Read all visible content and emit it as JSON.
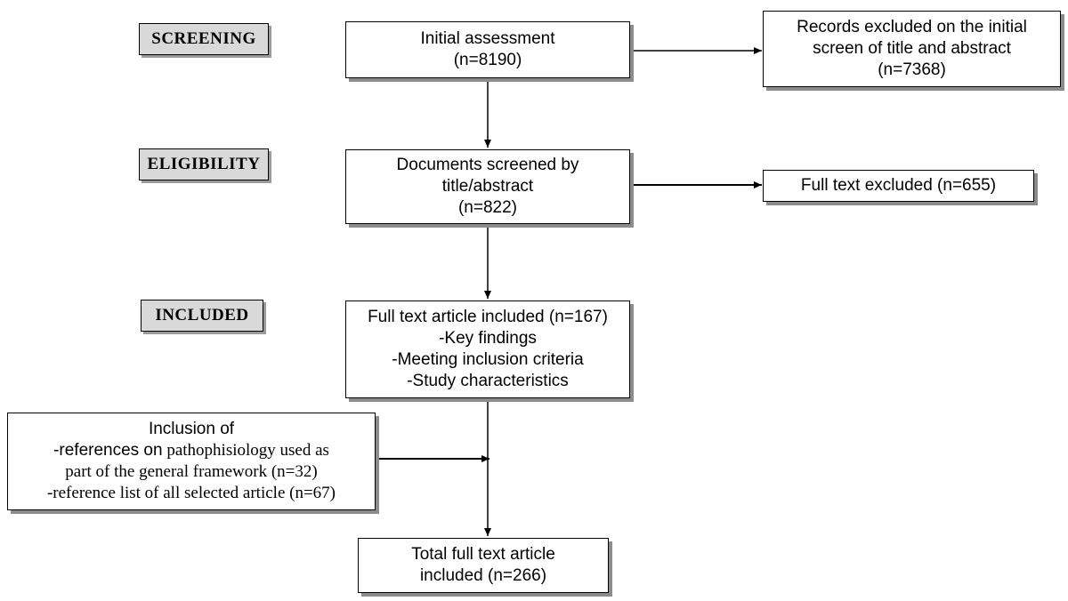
{
  "stages": {
    "screening": "SCREENING",
    "eligibility": "ELIGIBILITY",
    "included": "INCLUDED"
  },
  "boxes": {
    "initial_assessment": [
      "Initial assessment",
      "(n=8190)"
    ],
    "records_excluded": [
      "Records excluded on the initial",
      "screen of title and abstract",
      "(n=7368)"
    ],
    "documents_screened": [
      "Documents screened by",
      "title/abstract",
      "(n=822)"
    ],
    "full_text_excluded": [
      "Full text excluded (n=655)"
    ],
    "full_text_included": [
      "Full text article included (n=167)",
      "-Key findings",
      "-Meeting inclusion criteria",
      "-Study characteristics"
    ],
    "inclusion_of": {
      "line1": "Inclusion of",
      "line2_prefix": "-references on",
      "line2_rest": " pathophisiology used as",
      "line3": "part of the general framework (n=32)",
      "line4": "-reference list of all selected article (n=67)"
    },
    "total_included": [
      "Total full text article",
      "included (n=266)"
    ]
  },
  "colors": {
    "stage_fill": "#d9d9d9",
    "stage_shadow": "#9a9a9a",
    "box_shadow": "#8c8c8c",
    "line": "#000000"
  }
}
